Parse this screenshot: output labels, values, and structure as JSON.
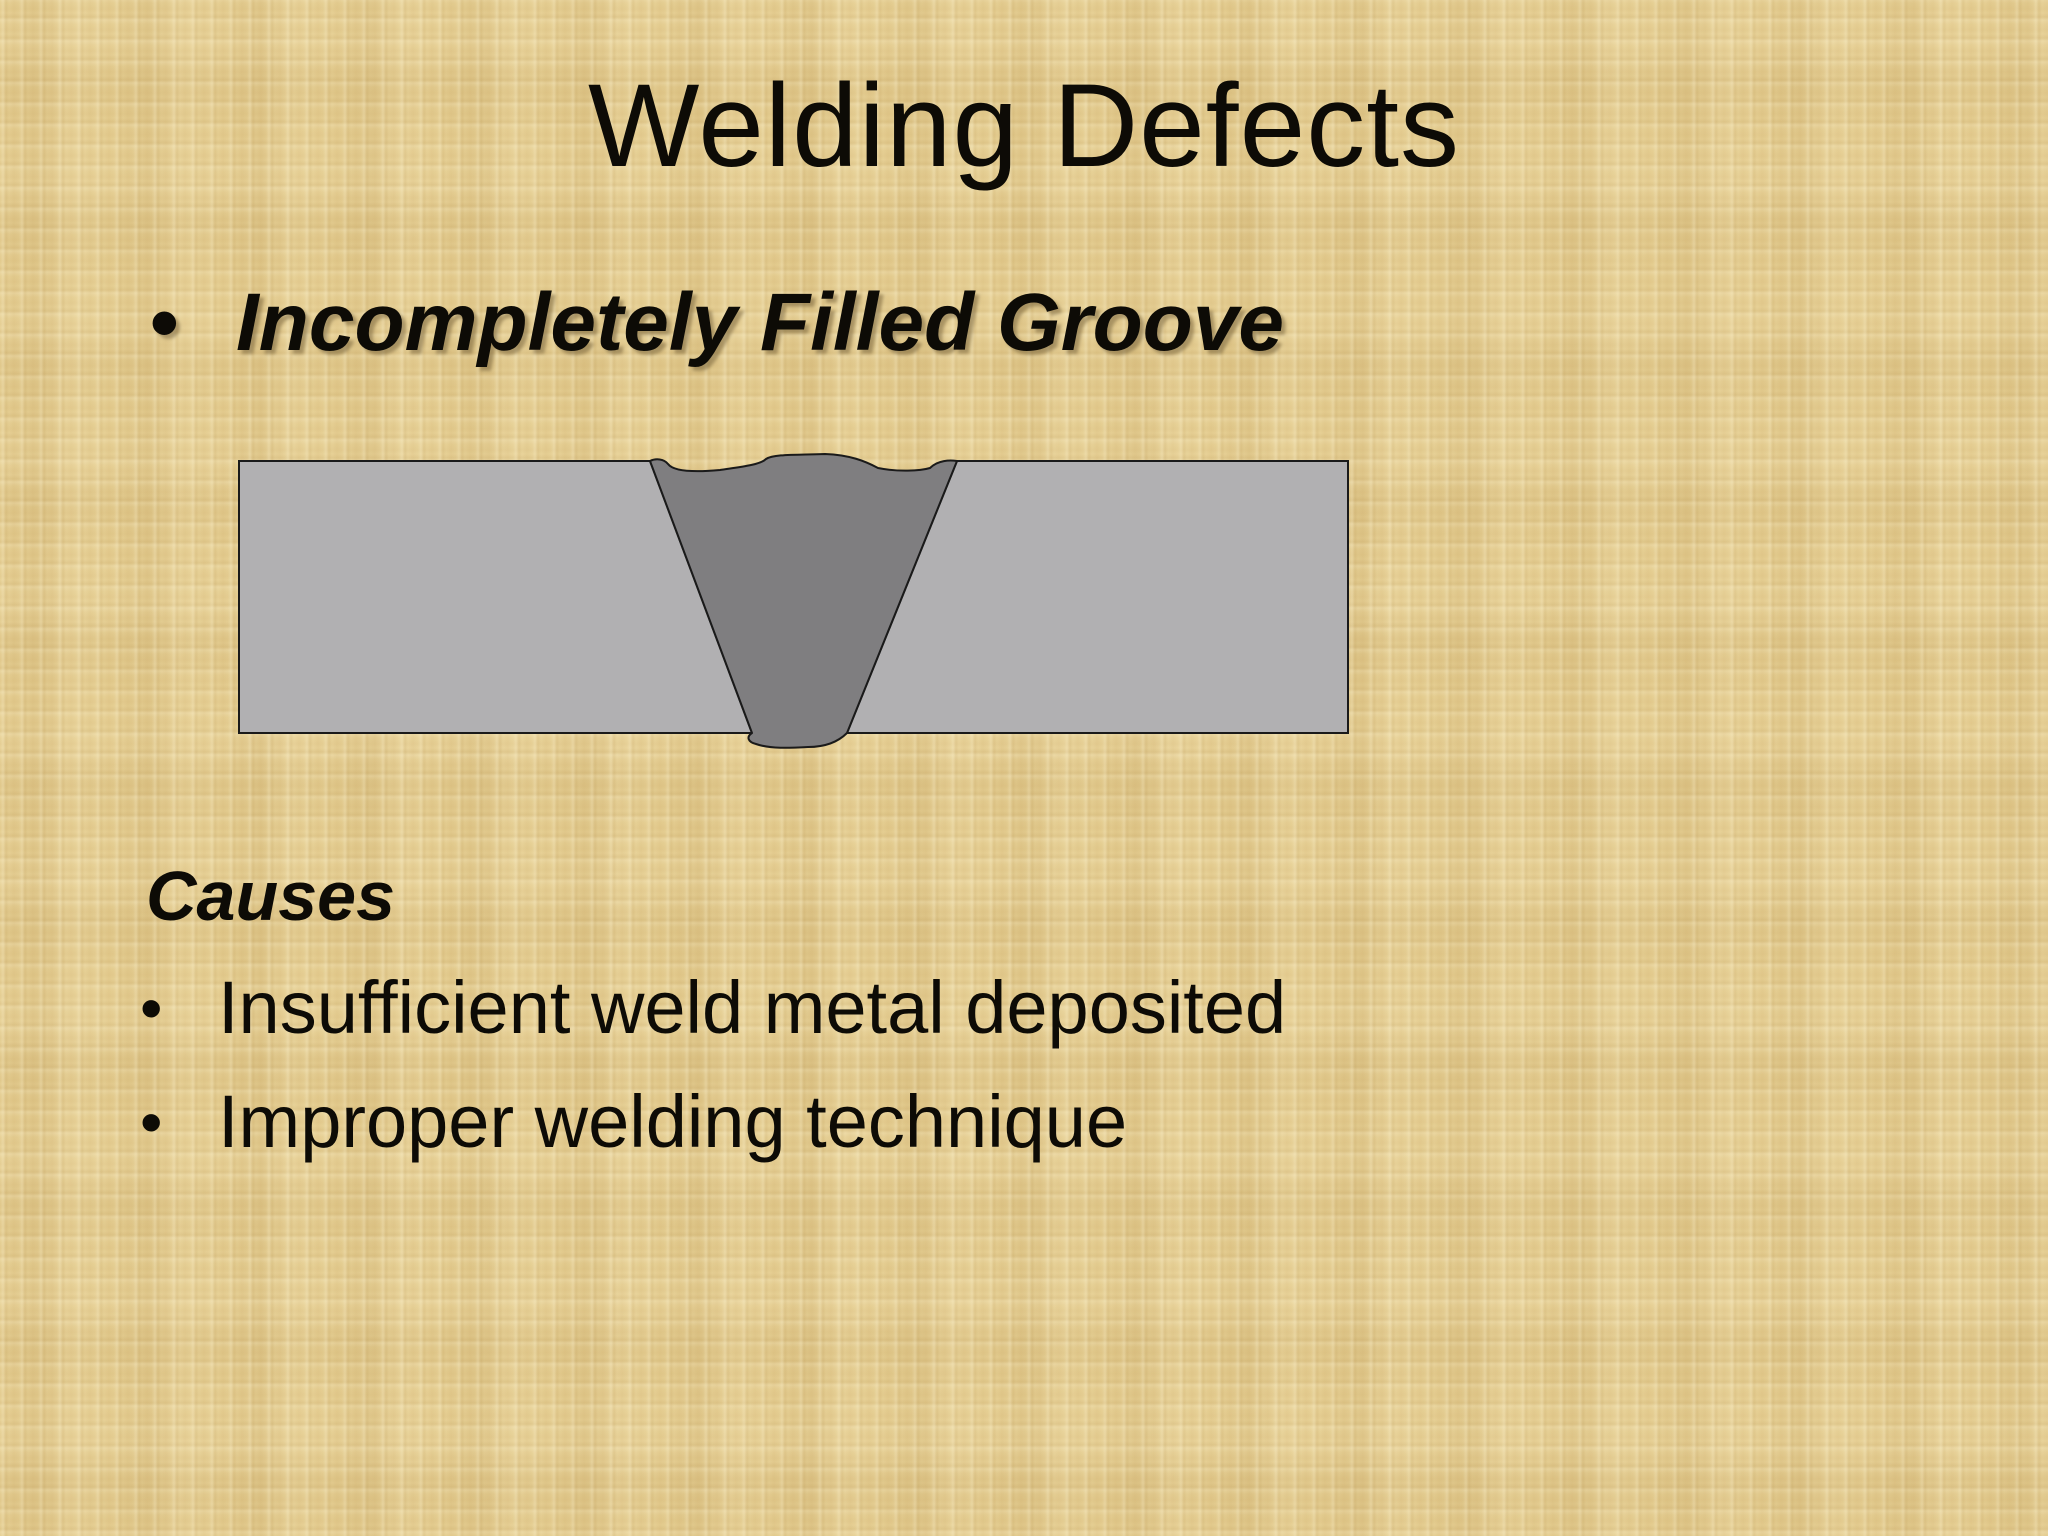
{
  "slide": {
    "title": "Welding Defects",
    "defect_name": "Incompletely Filled Groove",
    "causes_heading": "Causes",
    "causes": [
      "Insufficient weld metal deposited",
      "Improper welding technique"
    ]
  },
  "colors": {
    "background": "#e6cf93",
    "base_metal": "#b1b0b2",
    "weld_metal": "#7f7e80",
    "outline": "#1a1a1a",
    "text": "#0d0b06"
  }
}
